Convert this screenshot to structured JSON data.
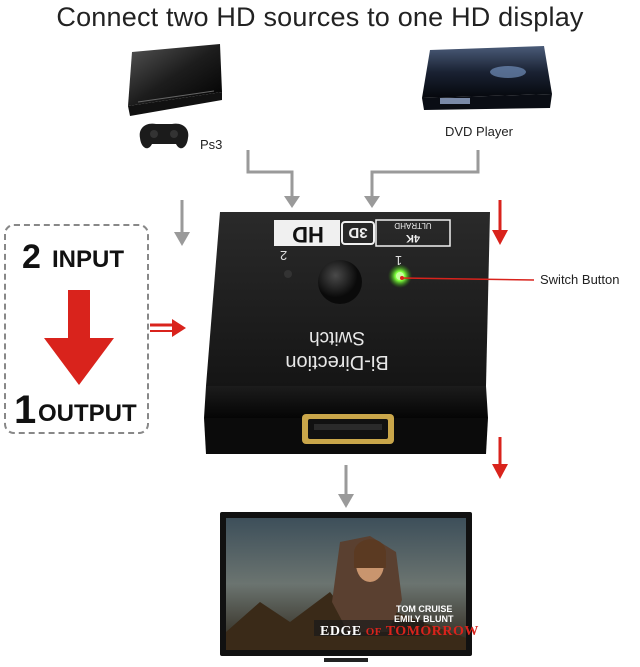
{
  "title": "Connect two HD sources to one HD display",
  "sources": {
    "ps3_label": "Ps3",
    "dvd_label": "DVD Player"
  },
  "flow": {
    "input_number": "2",
    "input_word": "INPUT",
    "output_number": "1",
    "output_word": "OUTPUT"
  },
  "device": {
    "brand_text": "HD",
    "badge_3d": "3D",
    "badge_4k": "4K",
    "badge_ultrahd": "ULTRAHD",
    "port_2": "2",
    "port_1": "1",
    "line1": "Bi-Direction",
    "line2": "Switch"
  },
  "callout": {
    "switch_button": "Switch Button"
  },
  "tv": {
    "actor1": "TOM CRUISE",
    "actor2": "EMILY BLUNT",
    "movie_part1": "EDGE",
    "movie_part2": "OF",
    "movie_part3": "TOMORROW"
  },
  "colors": {
    "arrow_red": "#d9231c",
    "arrow_gray": "#9a9a9a",
    "device_body": "#1a1a1a",
    "led_green": "#7dff3c"
  }
}
